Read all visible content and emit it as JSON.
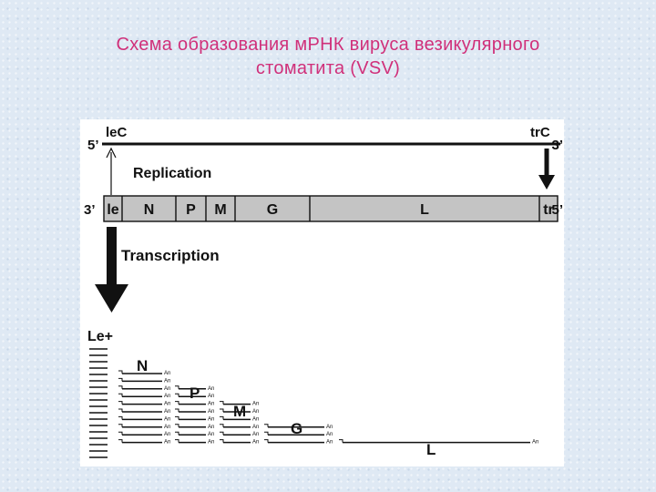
{
  "title": {
    "line1": "Схема образования мРНК вируса везикулярного",
    "line2": "стоматита (VSV)"
  },
  "diagram": {
    "top_strand": {
      "end_left": "5’",
      "end_right": "3’",
      "left_label": "leC",
      "right_label": "trC"
    },
    "genome": {
      "end_left": "3’",
      "end_right": "5’",
      "segments": [
        "le",
        "N",
        "P",
        "M",
        "G",
        "L",
        "tr"
      ]
    },
    "replication_label": "Replication",
    "transcription_label": "Transcription",
    "leader_label": "Le+",
    "poly_a_label": "An",
    "transcripts": [
      {
        "name": "N",
        "count": 10
      },
      {
        "name": "P",
        "count": 8
      },
      {
        "name": "M",
        "count": 6
      },
      {
        "name": "G",
        "count": 3
      },
      {
        "name": "L",
        "count": 1
      }
    ],
    "leader_count": 18,
    "colors": {
      "title": "#d0307a",
      "genome_fill": "#c4c4c4",
      "ink": "#111111"
    }
  }
}
